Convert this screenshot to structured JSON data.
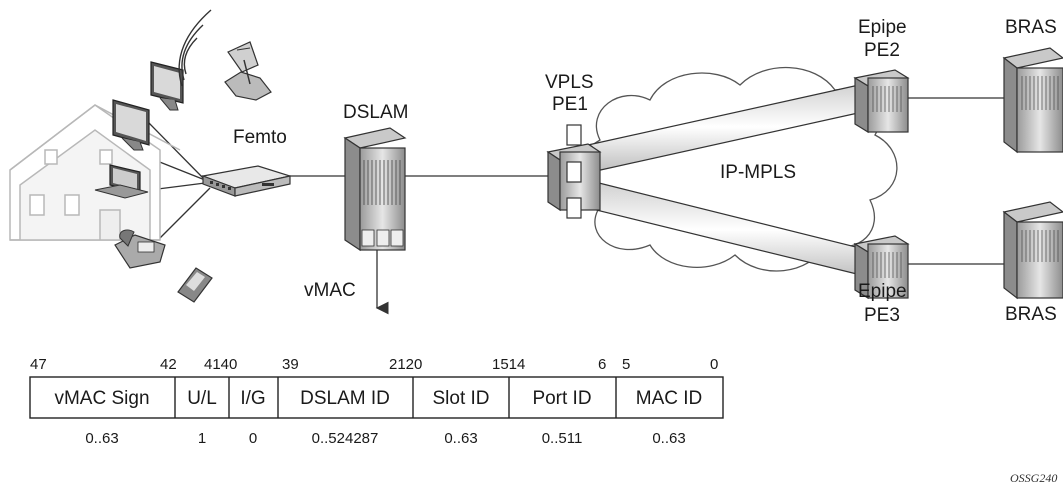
{
  "labels": {
    "femto": "Femto",
    "dslam": "DSLAM",
    "vpls": "VPLS",
    "pe1": "PE1",
    "epipe_top": "Epipe",
    "pe2": "PE2",
    "epipe_bottom": "Epipe",
    "pe3": "PE3",
    "bras_top": "BRAS",
    "bras_bottom": "BRAS",
    "ip_mpls": "IP-MPLS",
    "vmac": "vMAC"
  },
  "bit_positions": [
    "47",
    "42",
    "4140",
    "39",
    "2120",
    "1514",
    "6",
    "5",
    "0"
  ],
  "fields": [
    {
      "name": "vMAC Sign",
      "range": "0..63"
    },
    {
      "name": "U/L",
      "range": "1"
    },
    {
      "name": "I/G",
      "range": "0"
    },
    {
      "name": "DSLAM ID",
      "range": "0..524287"
    },
    {
      "name": "Slot ID",
      "range": "0..63"
    },
    {
      "name": "Port ID",
      "range": "0..511"
    },
    {
      "name": "MAC ID",
      "range": "0..63"
    }
  ],
  "figure_id": "OSSG240"
}
